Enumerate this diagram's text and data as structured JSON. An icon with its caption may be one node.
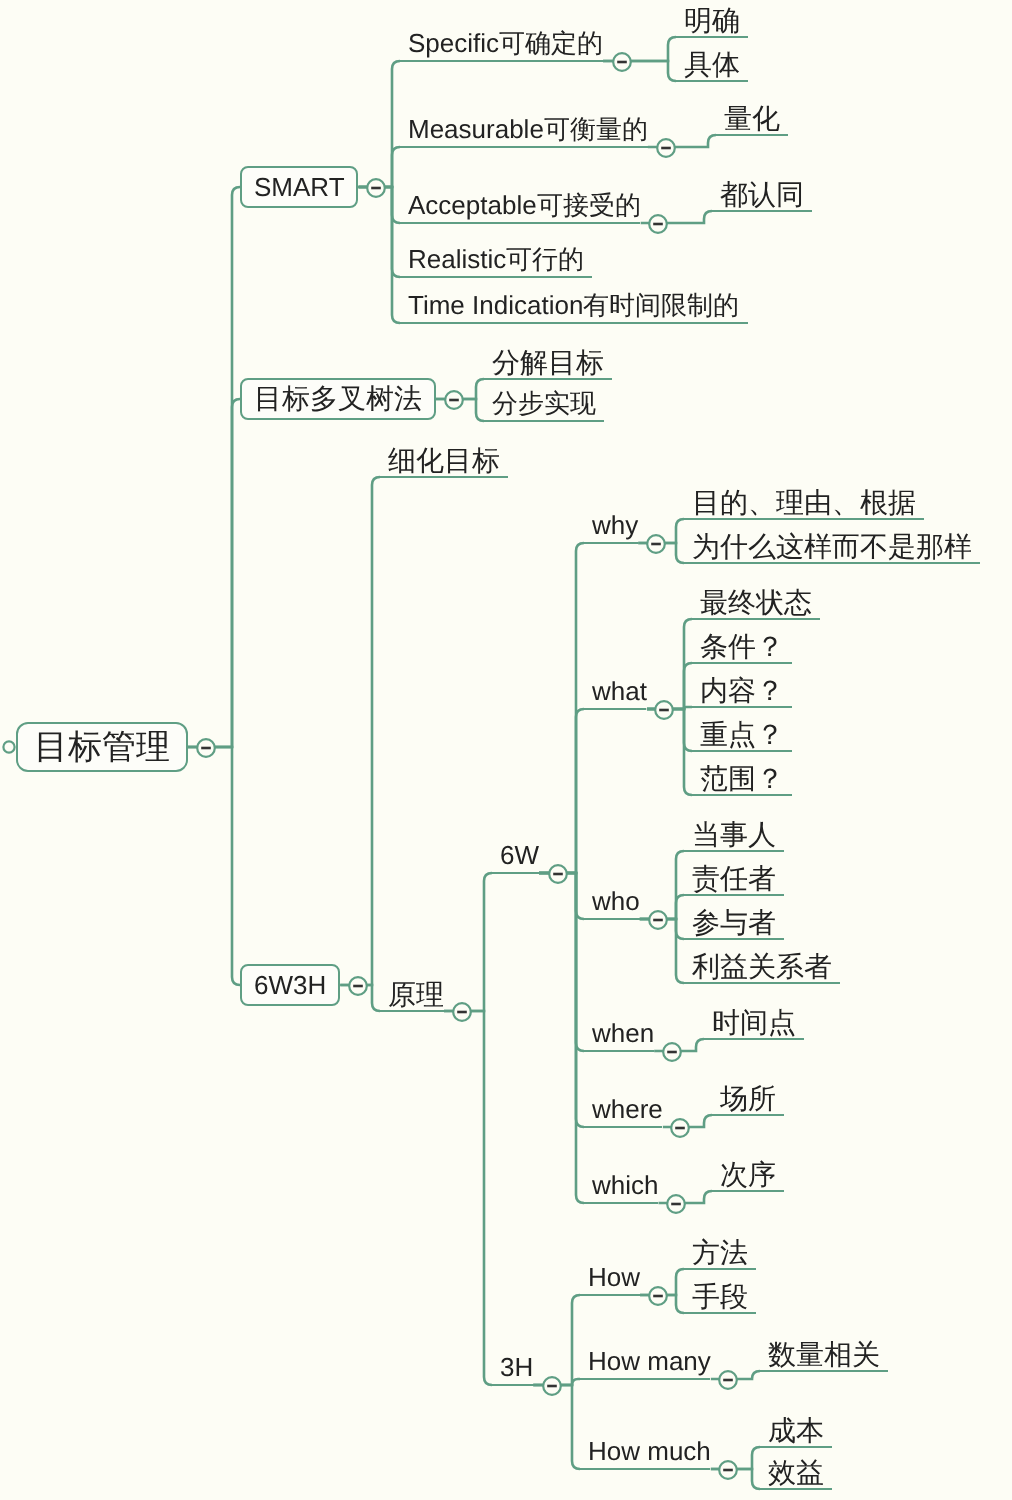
{
  "diagram": {
    "nodes": [
      {
        "text": [
          "目标管理"
        ]
      },
      {
        "text": [
          "SMART"
        ]
      },
      {
        "text": [
          "Specific可确定的"
        ]
      },
      {
        "text": [
          "明确"
        ]
      },
      {
        "text": [
          "具体"
        ]
      },
      {
        "text": [
          "Measurable可衡量的"
        ]
      },
      {
        "text": [
          "量化"
        ]
      },
      {
        "text": [
          "Acceptable可接受的"
        ]
      },
      {
        "text": [
          "都认同"
        ]
      },
      {
        "text": [
          "Realistic可行的"
        ]
      },
      {
        "text": [
          "Time Indication有时间限制的"
        ]
      },
      {
        "text": [
          "目标多叉树法"
        ]
      },
      {
        "text": [
          "分解目标"
        ]
      },
      {
        "text": [
          "分步实现"
        ]
      },
      {
        "text": [
          "6W3H"
        ]
      },
      {
        "text": [
          "细化目标"
        ]
      },
      {
        "text": [
          "原理"
        ]
      },
      {
        "text": [
          "6W"
        ]
      },
      {
        "text": [
          "why"
        ]
      },
      {
        "text": [
          "目的、理由、根据"
        ]
      },
      {
        "text": [
          "为什么这样而不是那样"
        ]
      },
      {
        "text": [
          "what"
        ]
      },
      {
        "text": [
          "最终状态"
        ]
      },
      {
        "text": [
          "条件？"
        ]
      },
      {
        "text": [
          "内容？"
        ]
      },
      {
        "text": [
          "重点？"
        ]
      },
      {
        "text": [
          "范围？"
        ]
      },
      {
        "text": [
          "who"
        ]
      },
      {
        "text": [
          "当事人"
        ]
      },
      {
        "text": [
          "责任者"
        ]
      },
      {
        "text": [
          "参与者"
        ]
      },
      {
        "text": [
          "利益关系者"
        ]
      },
      {
        "text": [
          "when"
        ]
      },
      {
        "text": [
          "时间点"
        ]
      },
      {
        "text": [
          "where"
        ]
      },
      {
        "text": [
          "场所"
        ]
      },
      {
        "text": [
          "which"
        ]
      },
      {
        "text": [
          "次序"
        ]
      },
      {
        "text": [
          "3H"
        ]
      },
      {
        "text": [
          "How"
        ]
      },
      {
        "text": [
          "方法"
        ]
      },
      {
        "text": [
          "手段"
        ]
      },
      {
        "text": [
          "How many"
        ]
      },
      {
        "text": [
          "数量相关"
        ]
      },
      {
        "text": [
          "How much"
        ]
      },
      {
        "text": [
          "成本"
        ]
      },
      {
        "text": [
          "效益"
        ]
      }
    ],
    "edges": [
      {
        "from": 0,
        "to": 1,
        "arrow": "none"
      },
      {
        "from": 1,
        "to": 2,
        "arrow": "none"
      },
      {
        "from": 2,
        "to": 3,
        "arrow": "none"
      },
      {
        "from": 2,
        "to": 4,
        "arrow": "none"
      },
      {
        "from": 1,
        "to": 5,
        "arrow": "none"
      },
      {
        "from": 5,
        "to": 6,
        "arrow": "none"
      },
      {
        "from": 1,
        "to": 7,
        "arrow": "none"
      },
      {
        "from": 7,
        "to": 8,
        "arrow": "none"
      },
      {
        "from": 1,
        "to": 9,
        "arrow": "none"
      },
      {
        "from": 1,
        "to": 10,
        "arrow": "none"
      },
      {
        "from": 0,
        "to": 11,
        "arrow": "none"
      },
      {
        "from": 11,
        "to": 12,
        "arrow": "none"
      },
      {
        "from": 11,
        "to": 13,
        "arrow": "none"
      },
      {
        "from": 0,
        "to": 14,
        "arrow": "none"
      },
      {
        "from": 14,
        "to": 15,
        "arrow": "none"
      },
      {
        "from": 14,
        "to": 16,
        "arrow": "none"
      },
      {
        "from": 16,
        "to": 17,
        "arrow": "none"
      },
      {
        "from": 17,
        "to": 18,
        "arrow": "none"
      },
      {
        "from": 18,
        "to": 19,
        "arrow": "none"
      },
      {
        "from": 18,
        "to": 20,
        "arrow": "none"
      },
      {
        "from": 17,
        "to": 21,
        "arrow": "none"
      },
      {
        "from": 21,
        "to": 22,
        "arrow": "none"
      },
      {
        "from": 21,
        "to": 23,
        "arrow": "none"
      },
      {
        "from": 21,
        "to": 24,
        "arrow": "none"
      },
      {
        "from": 21,
        "to": 25,
        "arrow": "none"
      },
      {
        "from": 21,
        "to": 26,
        "arrow": "none"
      },
      {
        "from": 17,
        "to": 27,
        "arrow": "none"
      },
      {
        "from": 27,
        "to": 28,
        "arrow": "none"
      },
      {
        "from": 27,
        "to": 29,
        "arrow": "none"
      },
      {
        "from": 27,
        "to": 30,
        "arrow": "none"
      },
      {
        "from": 27,
        "to": 31,
        "arrow": "none"
      },
      {
        "from": 17,
        "to": 32,
        "arrow": "none"
      },
      {
        "from": 32,
        "to": 33,
        "arrow": "none"
      },
      {
        "from": 17,
        "to": 34,
        "arrow": "none"
      },
      {
        "from": 34,
        "to": 35,
        "arrow": "none"
      },
      {
        "from": 17,
        "to": 36,
        "arrow": "none"
      },
      {
        "from": 36,
        "to": 37,
        "arrow": "none"
      },
      {
        "from": 16,
        "to": 38,
        "arrow": "none"
      },
      {
        "from": 38,
        "to": 39,
        "arrow": "none"
      },
      {
        "from": 39,
        "to": 40,
        "arrow": "none"
      },
      {
        "from": 39,
        "to": 41,
        "arrow": "none"
      },
      {
        "from": 38,
        "to": 42,
        "arrow": "none"
      },
      {
        "from": 42,
        "to": 43,
        "arrow": "none"
      },
      {
        "from": 38,
        "to": 44,
        "arrow": "none"
      },
      {
        "from": 44,
        "to": 45,
        "arrow": "none"
      },
      {
        "from": 44,
        "to": 46,
        "arrow": "none"
      }
    ]
  }
}
